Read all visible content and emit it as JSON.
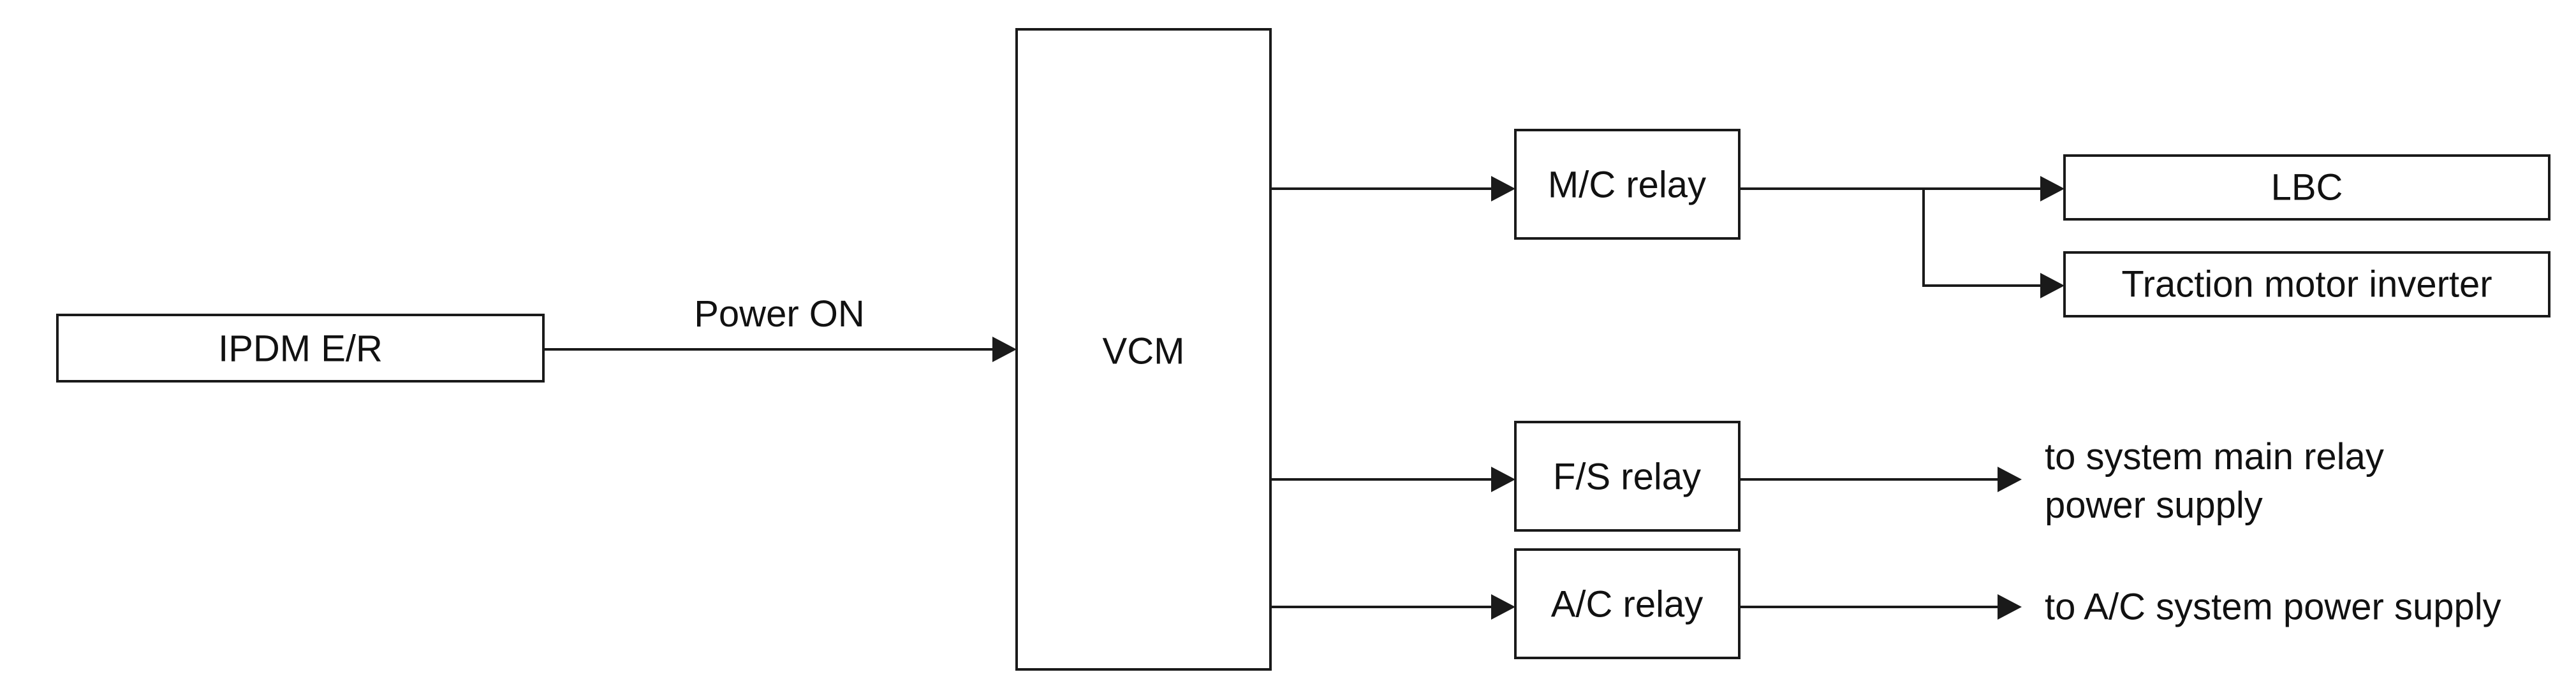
{
  "diagram": {
    "blocks": {
      "ipdm": "IPDM E/R",
      "vcm": "VCM",
      "mc_relay": "M/C relay",
      "fs_relay": "F/S relay",
      "ac_relay": "A/C relay",
      "lbc": "LBC",
      "inverter": "Traction motor inverter"
    },
    "signals": {
      "power_on": "Power ON"
    },
    "outputs": {
      "system_main_relay_line1": "to system main relay",
      "system_main_relay_line2": "power supply",
      "ac_system_power": "to A/C system power supply"
    }
  }
}
